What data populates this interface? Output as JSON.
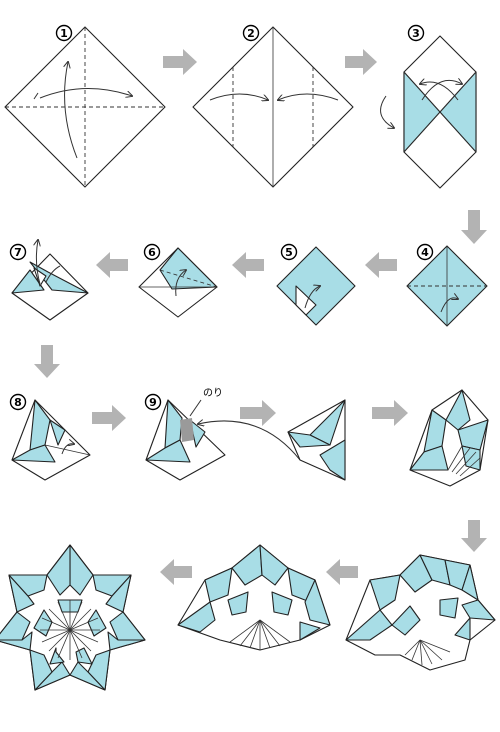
{
  "steps": [
    {
      "number": "1"
    },
    {
      "number": "2"
    },
    {
      "number": "3"
    },
    {
      "number": "4"
    },
    {
      "number": "5"
    },
    {
      "number": "6"
    },
    {
      "number": "7"
    },
    {
      "number": "8"
    },
    {
      "number": "9"
    }
  ],
  "glue_label": "のり",
  "colors": {
    "paper_back": "#a8dde6",
    "paper_front": "#ffffff",
    "flow_arrow": "#b3b3b3"
  }
}
